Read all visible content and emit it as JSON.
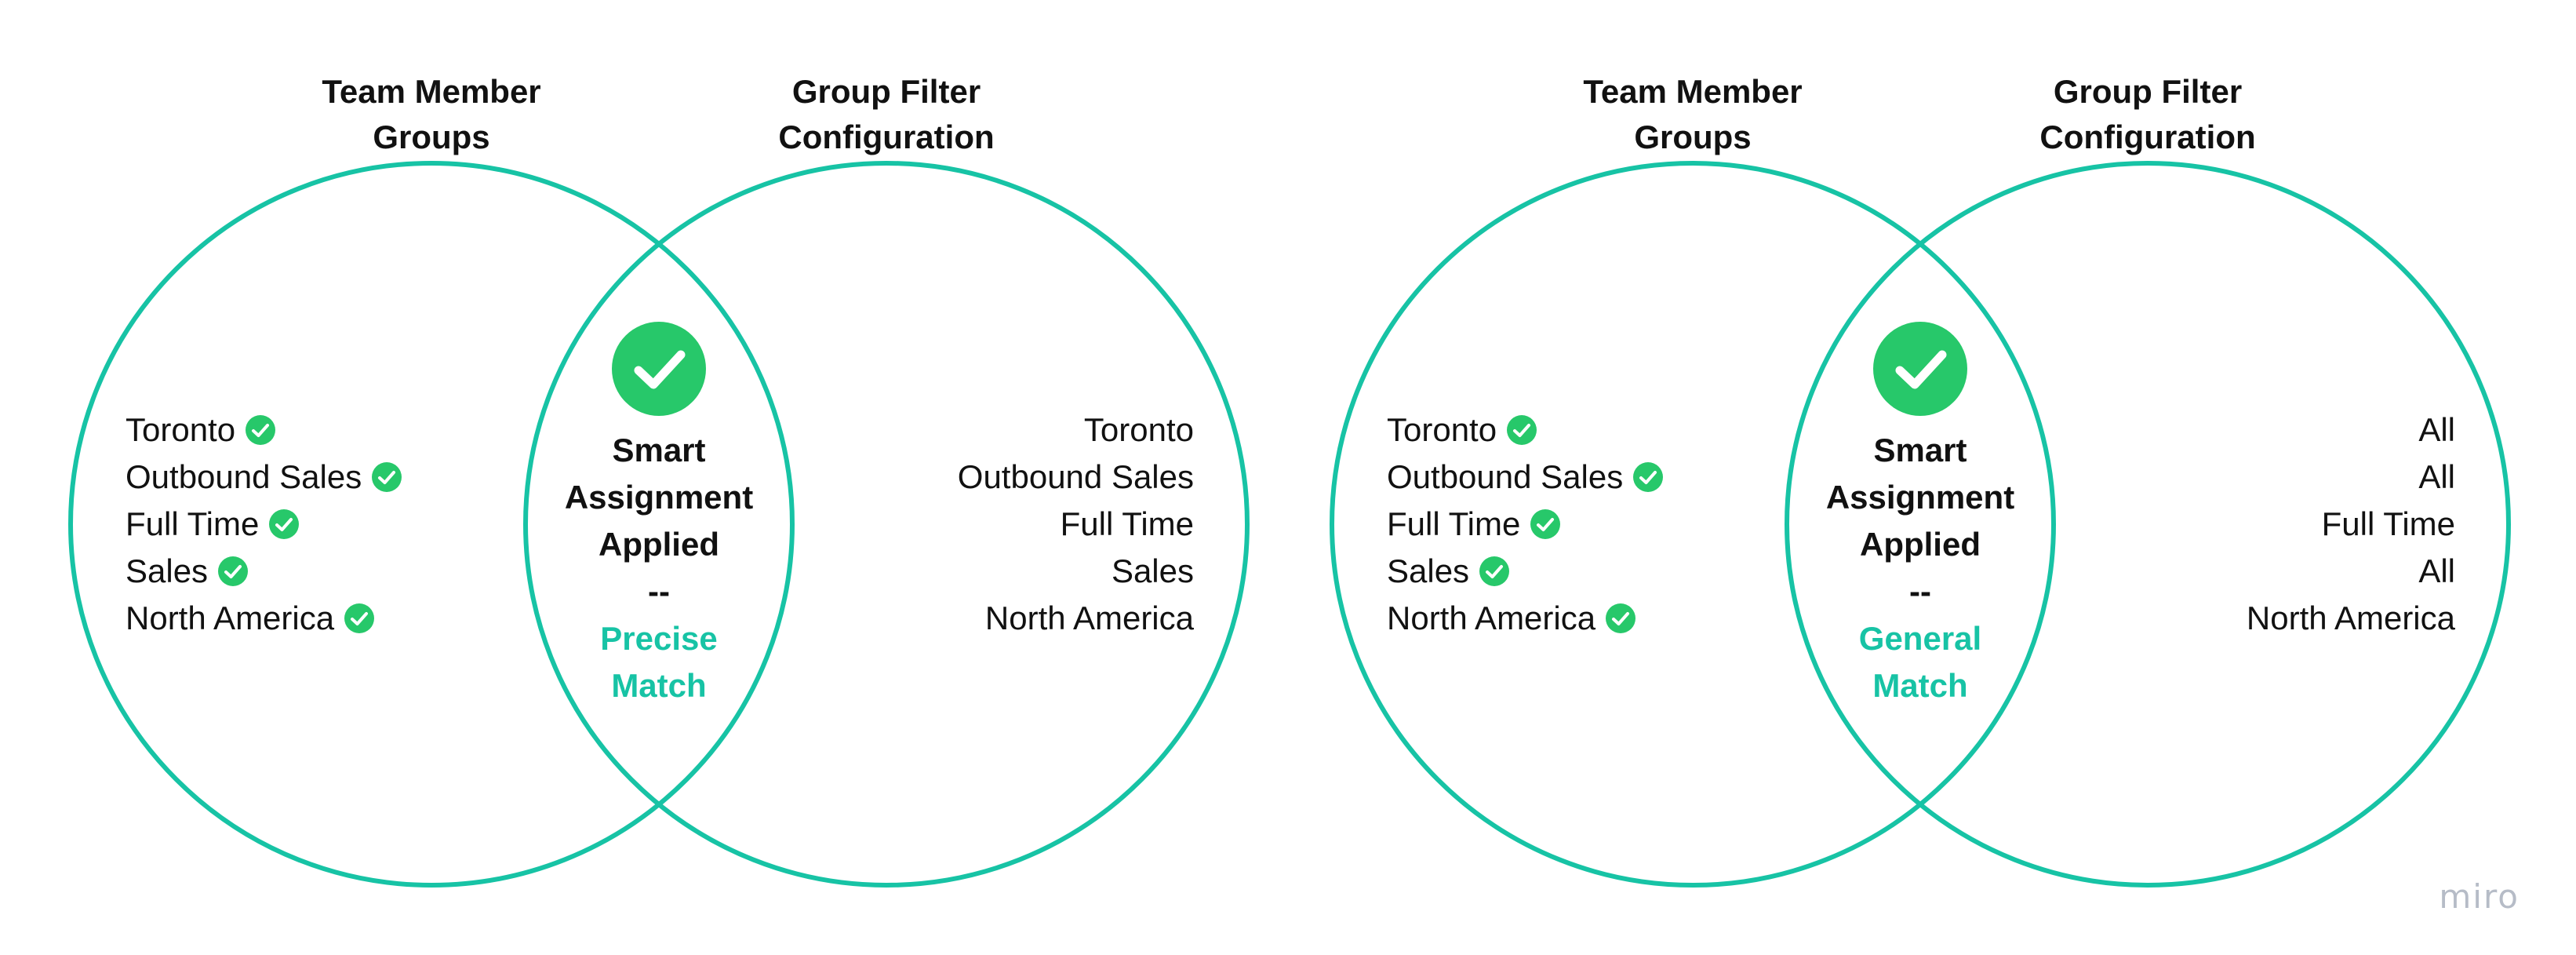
{
  "colors": {
    "circle_stroke": "#17c3a5",
    "check_fill": "#27c86a",
    "match_text": "#17c3a5",
    "watermark": "#b6bcc7"
  },
  "icons": {
    "small": "check-circle-icon",
    "large": "check-circle-icon"
  },
  "diagrams": [
    {
      "left_title": "Team Member\nGroups",
      "right_title": "Group Filter\nConfiguration",
      "left_items": [
        "Toronto",
        "Outbound Sales",
        "Full Time",
        "Sales",
        "North America"
      ],
      "right_items": [
        "Toronto",
        "Outbound Sales",
        "Full Time",
        "Sales",
        "North America"
      ],
      "center": {
        "line1": "Smart",
        "line2": "Assignment",
        "line3": "Applied",
        "separator": "--",
        "match1": "Precise",
        "match2": "Match"
      }
    },
    {
      "left_title": "Team Member\nGroups",
      "right_title": "Group Filter\nConfiguration",
      "left_items": [
        "Toronto",
        "Outbound Sales",
        "Full Time",
        "Sales",
        "North America"
      ],
      "right_items": [
        "All",
        "All",
        "Full Time",
        "All",
        "North America"
      ],
      "center": {
        "line1": "Smart",
        "line2": "Assignment",
        "line3": "Applied",
        "separator": "--",
        "match1": "General",
        "match2": "Match"
      }
    }
  ],
  "watermark": "miro"
}
